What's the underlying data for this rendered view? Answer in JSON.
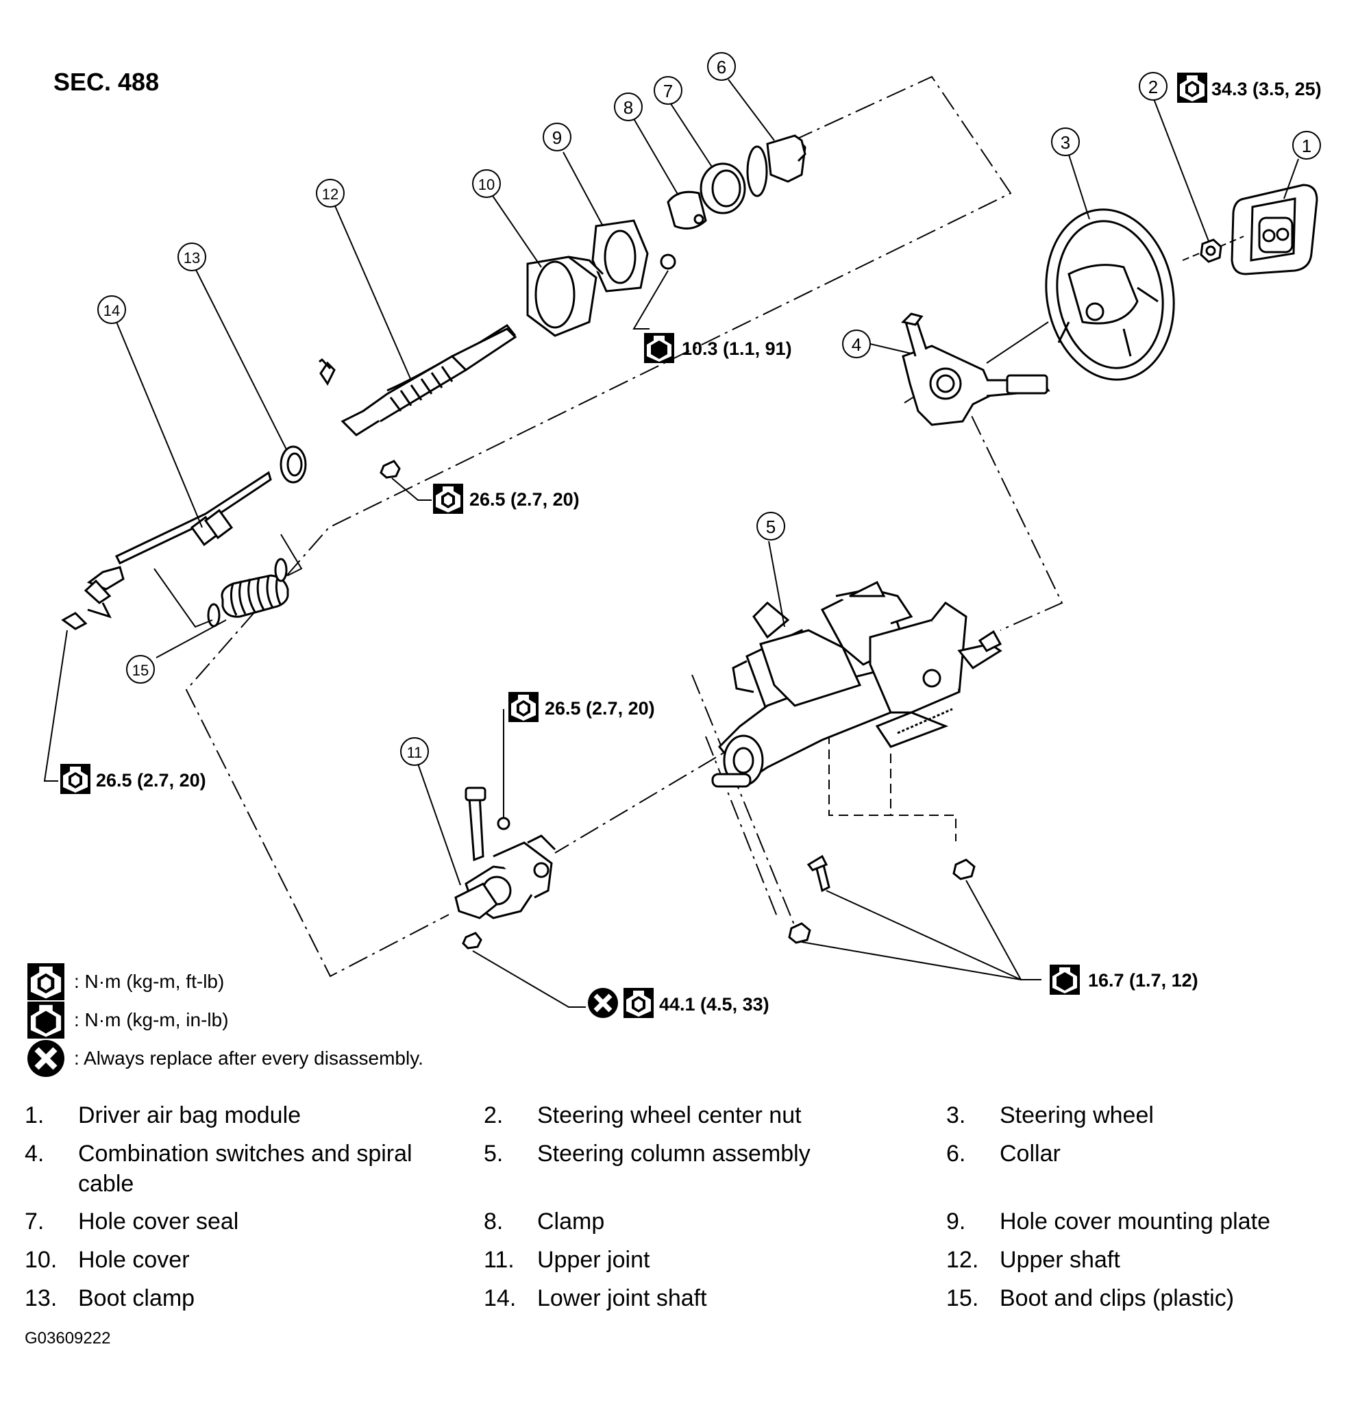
{
  "section": "SEC. 488",
  "torques": {
    "t2": "34.3 (3.5, 25)",
    "t9": "10.3 (1.1, 91)",
    "t12": "26.5 (2.7, 20)",
    "t14": "26.5 (2.7, 20)",
    "t11": "26.5 (2.7, 20)",
    "t11b": "44.1 (4.5, 33)",
    "t5": "16.7 (1.7, 12)"
  },
  "callouts": [
    "1",
    "2",
    "3",
    "4",
    "5",
    "6",
    "7",
    "8",
    "9",
    "10",
    "11",
    "12",
    "13",
    "14",
    "15"
  ],
  "legend": [
    {
      "icon": "torque-ftlb-icon",
      "text": ": N·m (kg-m, ft-lb)"
    },
    {
      "icon": "torque-inlb-icon",
      "text": ": N·m (kg-m, in-lb)"
    },
    {
      "icon": "replace-icon",
      "text": ": Always replace after every disassembly."
    }
  ],
  "parts": [
    {
      "num": "1.",
      "label": "Driver air bag module"
    },
    {
      "num": "2.",
      "label": "Steering wheel center nut"
    },
    {
      "num": "3.",
      "label": "Steering wheel"
    },
    {
      "num": "4.",
      "label": "Combination switches and spiral cable"
    },
    {
      "num": "5.",
      "label": "Steering column assembly"
    },
    {
      "num": "6.",
      "label": "Collar"
    },
    {
      "num": "7.",
      "label": "Hole cover seal"
    },
    {
      "num": "8.",
      "label": "Clamp"
    },
    {
      "num": "9.",
      "label": "Hole cover mounting plate"
    },
    {
      "num": "10.",
      "label": "Hole cover"
    },
    {
      "num": "11.",
      "label": "Upper joint"
    },
    {
      "num": "12.",
      "label": "Upper shaft"
    },
    {
      "num": "13.",
      "label": "Boot clamp"
    },
    {
      "num": "14.",
      "label": "Lower joint shaft"
    },
    {
      "num": "15.",
      "label": "Boot and clips (plastic)"
    }
  ],
  "figure_code": "G03609222"
}
